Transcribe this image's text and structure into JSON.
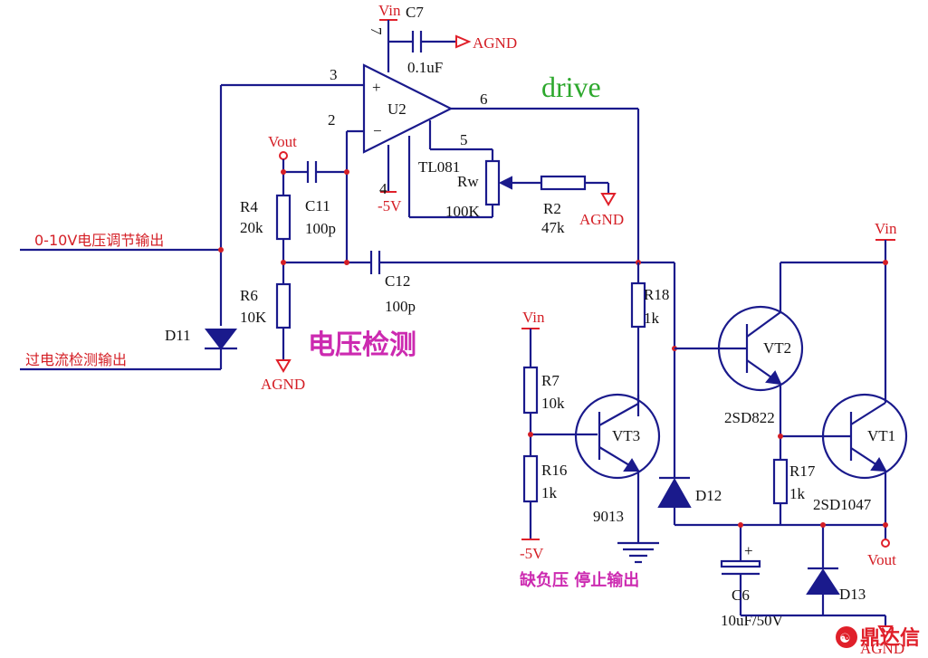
{
  "labels": {
    "vin_top": "Vin",
    "c7": "C7",
    "c7_val": "0.1uF",
    "agnd": "AGND",
    "pin7": "7",
    "pin3": "3",
    "pin2": "2",
    "pin6": "6",
    "pin5": "5",
    "pin4": "4",
    "u2": "U2",
    "plus": "+",
    "minus": "−",
    "tl081": "TL081",
    "neg5v": "-5V",
    "drive": "drive",
    "rw": "Rw",
    "rw_val": "100K",
    "r2": "R2",
    "r2_val": "47k",
    "vout": "Vout",
    "r4": "R4",
    "r4_val": "20k",
    "c11": "C11",
    "c11_val": "100p",
    "c12": "C12",
    "c12_val": "100p",
    "r6": "R6",
    "r6_val": "10K",
    "out_voltage": "0-10V电压调节输出",
    "out_overcurrent": "过电流检测输出",
    "d11": "D11",
    "voltage_detect": "电压检测",
    "r18": "R18",
    "r18_val": "1k",
    "vin_mid": "Vin",
    "r7": "R7",
    "r7_val": "10k",
    "r16": "R16",
    "r16_val": "1k",
    "vt3": "VT3",
    "vt3_part": "9013",
    "neg5v_b": "-5V",
    "stop_output": "缺负压 停止输出",
    "d12": "D12",
    "vt2": "VT2",
    "vt2_part": "2SD822",
    "vin_right": "Vin",
    "vt1": "VT1",
    "vt1_part": "2SD1047",
    "r17": "R17",
    "r17_val": "1k",
    "c6": "C6",
    "c6_val": "10uF/50V",
    "c6_plus": "+",
    "d13": "D13",
    "vout_b": "Vout",
    "agnd_br": "AGND",
    "logo_text": "鼎达信"
  },
  "colors": {
    "wire": "#1a1a8c",
    "label_red": "#d41e25",
    "label_magenta": "#cc2ab0",
    "label_green": "#2da82d"
  }
}
